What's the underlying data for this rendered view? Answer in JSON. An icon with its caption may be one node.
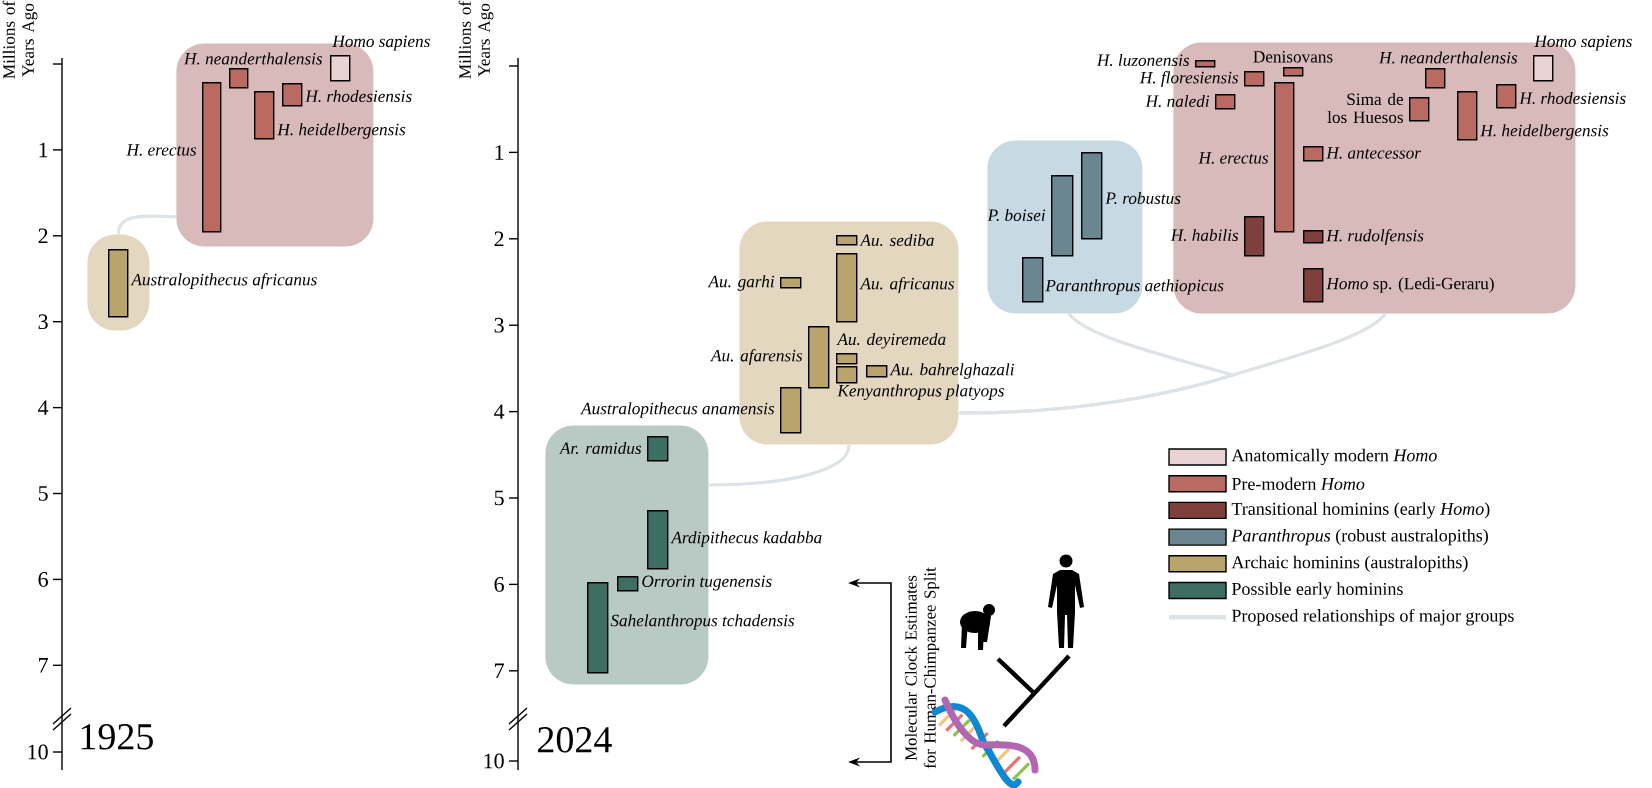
{
  "diagram": {
    "nodes": [
      {
        "text": [],
        "shape": "box"
      },
      {
        "text": [
          "H. neanderthalensis"
        ],
        "in": 0
      },
      {
        "text": [
          "Homo sapiens"
        ],
        "in": 0
      },
      {
        "text": [
          "H. rhodesiensis"
        ],
        "in": 0
      },
      {
        "text": [
          "H. heidelbergensis"
        ],
        "in": 0
      },
      {
        "text": [
          "H. erectus"
        ],
        "in": 0
      },
      {
        "text": [],
        "shape": "box"
      },
      {
        "text": [
          "Australopithecus africanus"
        ],
        "in": 6
      },
      {
        "text": [],
        "shape": "box"
      },
      {
        "text": [
          "H. luzonensis"
        ],
        "in": 8
      },
      {
        "text": [
          "Denisovans"
        ],
        "in": 8
      },
      {
        "text": [
          "H. neanderthalensis"
        ],
        "in": 8
      },
      {
        "text": [
          "Homo sapiens"
        ],
        "in": 8
      },
      {
        "text": [
          "H. floresiensis"
        ],
        "in": 8
      },
      {
        "text": [
          "H. naledi"
        ],
        "in": 8
      },
      {
        "text": [
          "Sima de los Huesos"
        ],
        "in": 8
      },
      {
        "text": [
          "H. rhodesiensis"
        ],
        "in": 8
      },
      {
        "text": [
          "H. heidelbergensis"
        ],
        "in": 8
      },
      {
        "text": [
          "H. erectus"
        ],
        "in": 8
      },
      {
        "text": [
          "H. antecessor"
        ],
        "in": 8
      },
      {
        "text": [
          "H. habilis"
        ],
        "in": 8
      },
      {
        "text": [
          "H. rudolfensis"
        ],
        "in": 8
      },
      {
        "text": [
          "*Homo* sp. (Ledi-Geraru)"
        ],
        "in": 8
      },
      {
        "text": [],
        "shape": "box"
      },
      {
        "text": [
          "P. robustus"
        ],
        "in": 23
      },
      {
        "text": [
          "P. boisei"
        ],
        "in": 23
      },
      {
        "text": [
          "Paranthropus aethiopicus"
        ],
        "in": 23
      },
      {
        "text": [],
        "shape": "box"
      },
      {
        "text": [
          "Au. sediba"
        ],
        "in": 27
      },
      {
        "text": [
          "Au. garhi"
        ],
        "in": 27
      },
      {
        "text": [
          "Au. africanus"
        ],
        "in": 27
      },
      {
        "text": [
          "Au. deyiremeda"
        ],
        "in": 27
      },
      {
        "text": [
          "Au. afarensis"
        ],
        "in": 27
      },
      {
        "text": [
          "Au. bahrelghazali"
        ],
        "in": 27
      },
      {
        "text": [
          "Kenyanthropus platyops"
        ],
        "in": 27
      },
      {
        "text": [
          "Australopithecus anamensis"
        ],
        "in": 27
      },
      {
        "text": [],
        "shape": "box"
      },
      {
        "text": [
          "Ar. ramidus"
        ],
        "in": 36
      },
      {
        "text": [
          "Ardipithecus kadabba"
        ],
        "in": 36
      },
      {
        "text": [
          "Orrorin tugenensis"
        ],
        "in": 36
      },
      {
        "text": [
          "Sahelanthropus tchadensis"
        ],
        "in": 36
      }
    ],
    "edges": [
      {
        "from": 6,
        "to": 0,
        "arrow": "none"
      },
      {
        "from": 36,
        "to": 27,
        "arrow": "none"
      },
      {
        "from": 27,
        "to": 23,
        "arrow": "none"
      },
      {
        "from": 27,
        "to": 8,
        "arrow": "none"
      }
    ],
    "labels": [
      "Millions of Years Ago",
      "1",
      "2",
      "3",
      "4",
      "5",
      "6",
      "7",
      "10",
      "1925",
      "Millions of Years Ago",
      "1",
      "2",
      "3",
      "4",
      "5",
      "6",
      "7",
      "10",
      "2024",
      "Molecular Clock Estimates for Human-Chimpanzee Split"
    ],
    "legend": [
      {
        "text": "Anatomically modern *Homo*",
        "color": "#ead3d3"
      },
      {
        "text": "Pre-modern *Homo*",
        "color": "#b96b62"
      },
      {
        "text": "Transitional hominins (early *Homo*)",
        "color": "#7f403b"
      },
      {
        "text": "*Paranthropus* (robust australopiths)",
        "color": "#6a8791"
      },
      {
        "text": "Archaic hominins (australopiths)",
        "color": "#b9a46d"
      },
      {
        "text": "Possible early hominins",
        "color": "#3e6e62"
      },
      {
        "text": "Proposed relationships of major groups"
      }
    ]
  }
}
